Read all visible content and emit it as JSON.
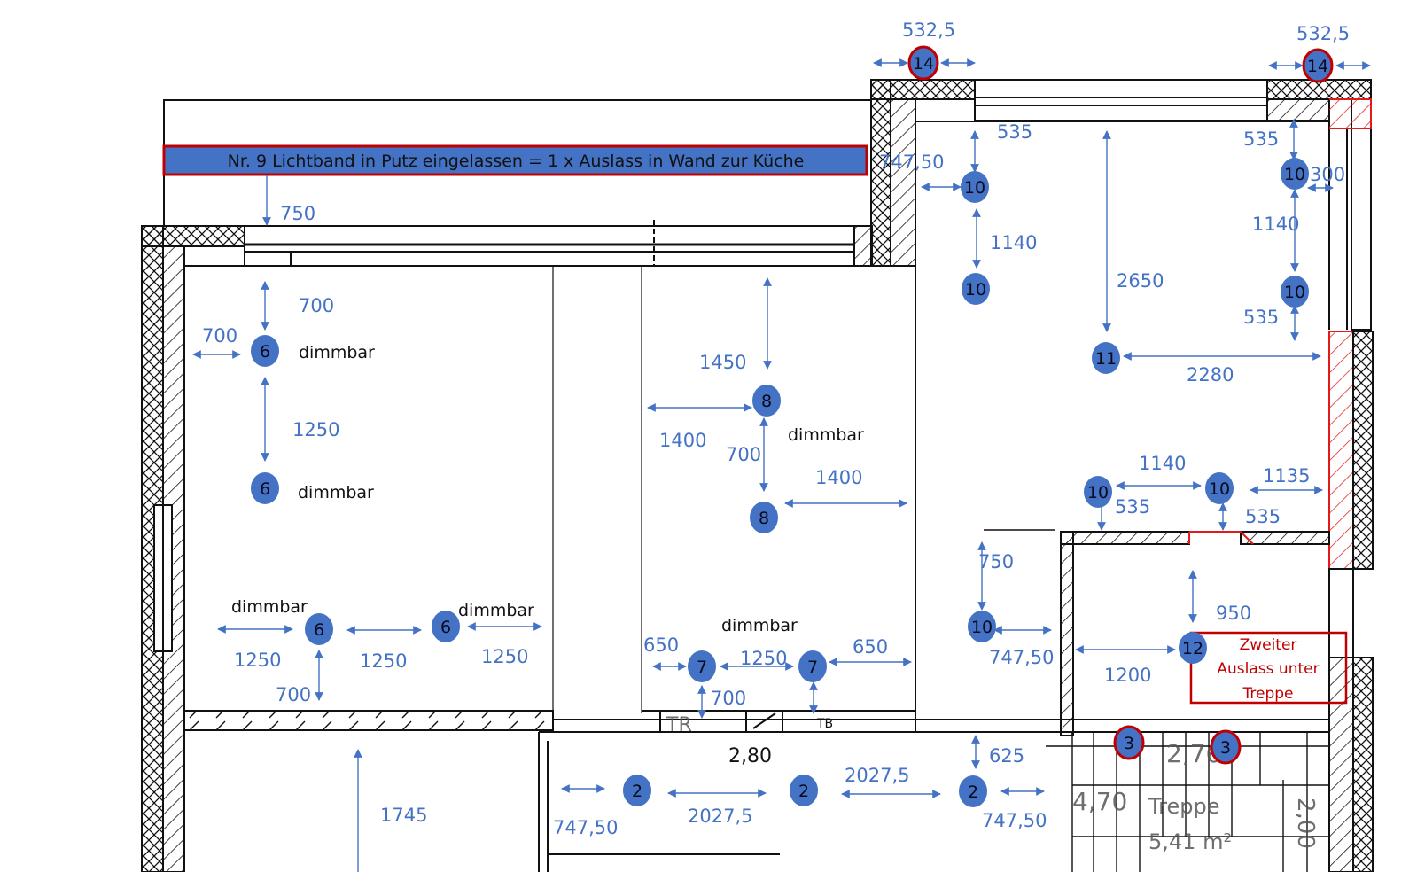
{
  "colors": {
    "lamp_fill": "#4472c4",
    "dimension": "#4472c4",
    "highlight_outline": "#c00000",
    "wall": "#111111"
  },
  "banner": {
    "text": "Nr. 9 Lichtband in Putz eingelassen = 1 x Auslass in Wand zur Küche",
    "dimension": "750"
  },
  "note_box": {
    "lines": [
      "Zweiter",
      "Auslass unter",
      "Treppe"
    ]
  },
  "plan_labels": {
    "room_width": "2,80",
    "stair_dim_a": "2,76",
    "stair_dim_b": "4,70",
    "stair_label": "Treppe",
    "stair_area": "5,41 m²",
    "stair_height": "2,00",
    "door_tr": "TR",
    "door_tb": "TB"
  },
  "lamps": [
    {
      "id": "14",
      "outlined": true
    },
    {
      "id": "14",
      "outlined": true
    },
    {
      "id": "10",
      "outlined": false
    },
    {
      "id": "10",
      "outlined": false
    },
    {
      "id": "10",
      "outlined": false
    },
    {
      "id": "10",
      "outlined": false
    },
    {
      "id": "11",
      "outlined": false
    },
    {
      "id": "6",
      "outlined": false
    },
    {
      "id": "6",
      "outlined": false
    },
    {
      "id": "8",
      "outlined": false
    },
    {
      "id": "8",
      "outlined": false
    },
    {
      "id": "10",
      "outlined": false
    },
    {
      "id": "10",
      "outlined": false
    },
    {
      "id": "10",
      "outlined": false
    },
    {
      "id": "12",
      "outlined": false
    },
    {
      "id": "6",
      "outlined": false
    },
    {
      "id": "6",
      "outlined": false
    },
    {
      "id": "7",
      "outlined": false
    },
    {
      "id": "7",
      "outlined": false
    },
    {
      "id": "2",
      "outlined": false
    },
    {
      "id": "2",
      "outlined": false
    },
    {
      "id": "2",
      "outlined": false
    },
    {
      "id": "3",
      "outlined": true
    },
    {
      "id": "3",
      "outlined": true
    }
  ],
  "notes": {
    "dimmable": "dimmbar"
  },
  "dimensions": {
    "top_left_14": "532,5",
    "top_right_14": "532,5",
    "kitchen_top_535": "535",
    "kitchen_left_747": "747,50",
    "kitchen_1140_left": "1140",
    "kitchen_2650": "2650",
    "kitchen_right_535_top": "535",
    "kitchen_right_300": "300",
    "kitchen_right_1140": "1140",
    "kitchen_right_535_bottom": "535",
    "kitchen_2280": "2280",
    "living_700_top": "700",
    "living_700_left": "700",
    "living_1250_v": "1250",
    "dining_1450": "1450",
    "dining_1400_left": "1400",
    "dining_700": "700",
    "dining_1400_right": "1400",
    "hall_1140": "1140",
    "hall_535_left": "535",
    "hall_1135": "1135",
    "hall_535_right": "535",
    "hall_750": "750",
    "hall_747": "747,50",
    "stair_950": "950",
    "stair_1200": "1200",
    "living_bottom_1250_a": "1250",
    "living_bottom_1250_b": "1250",
    "living_bottom_1250_c": "1250",
    "living_bottom_700": "700",
    "dining_bottom_650_left": "650",
    "dining_bottom_1250": "1250",
    "dining_bottom_650_right": "650",
    "dining_bottom_700": "700",
    "corridor_747_left": "747,50",
    "corridor_2027_left": "2027,5",
    "corridor_2027_right": "2027,5",
    "corridor_625": "625",
    "corridor_747_right": "747,50",
    "room_1745": "1745"
  }
}
